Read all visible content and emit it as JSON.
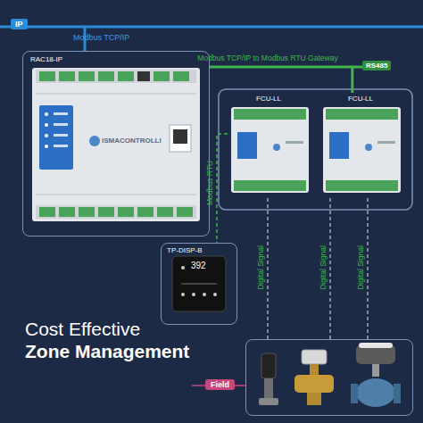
{
  "diagram": {
    "nodes": [
      {
        "text": [
          "RAC18-IP"
        ]
      },
      {
        "text": [
          "FCU-LL"
        ]
      },
      {
        "text": [
          "FCU-LL"
        ]
      },
      {
        "text": [
          "TP-DISP-B"
        ]
      },
      {
        "text": [
          "Field"
        ]
      }
    ],
    "edges": [
      {
        "from": 0,
        "to": 2,
        "arrow": "none",
        "label": "Modbus TCP/IP to Modbus RTU Gateway"
      },
      {
        "from": 1,
        "to": 3,
        "arrow": "none",
        "label": "Modbus RTU"
      },
      {
        "from": 1,
        "to": 4,
        "arrow": "none",
        "label": "Digital Signal"
      },
      {
        "from": 2,
        "to": 4,
        "arrow": "none",
        "label": "Digital Signal"
      },
      {
        "from": 2,
        "to": 4,
        "arrow": "none",
        "label": "Digital Signal"
      }
    ],
    "labels": [
      "IP",
      "Modbus TCP/IP",
      "RS485",
      "iSMACONTROLLI",
      "392",
      "Cost Effective",
      "Zone Management"
    ]
  }
}
